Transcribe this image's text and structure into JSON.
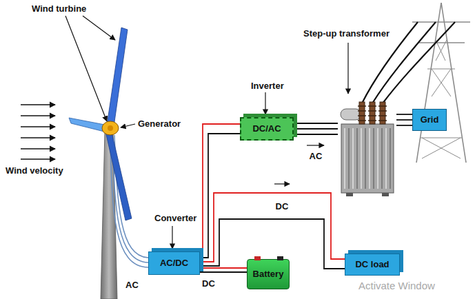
{
  "diagram": {
    "nodes": [
      {
        "text": [
          "Converter",
          "AC/DC"
        ]
      },
      {
        "text": [
          "Inverter",
          "DC/AC"
        ]
      },
      {
        "text": [
          "Battery"
        ]
      },
      {
        "text": [
          "DC load"
        ]
      },
      {
        "text": [
          "Step-up transformer"
        ]
      },
      {
        "text": [
          "Grid"
        ]
      }
    ],
    "edges": [
      {
        "from": 0,
        "to": 1,
        "arrow": "none"
      },
      {
        "from": 0,
        "to": 2,
        "arrow": "none"
      },
      {
        "from": 0,
        "to": 3,
        "arrow": "none",
        "label": "DC"
      },
      {
        "from": 1,
        "to": 4,
        "arrow": "none",
        "label": "AC"
      },
      {
        "from": 4,
        "to": 5,
        "arrow": "none"
      }
    ],
    "labels": [
      "Wind turbine",
      "Generator",
      "Wind velocity",
      "AC",
      "DC",
      "Activate Window"
    ]
  }
}
